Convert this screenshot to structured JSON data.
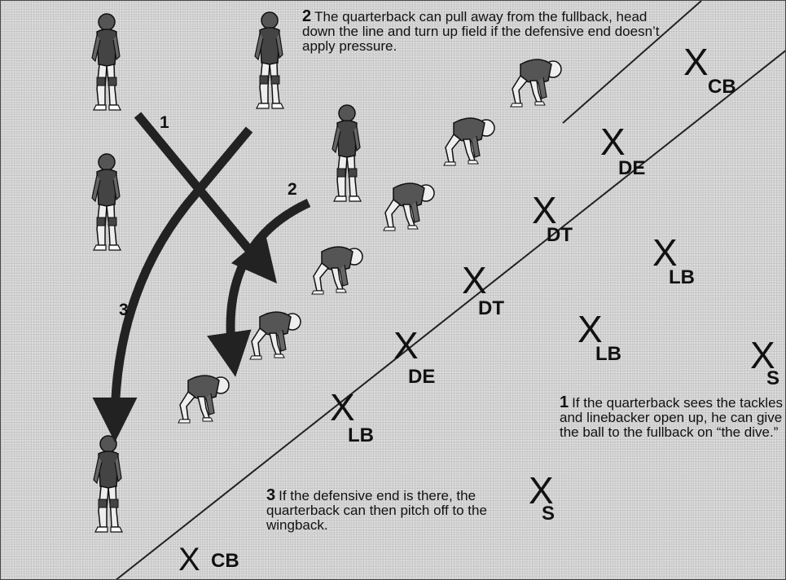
{
  "captions": {
    "step2": {
      "num": "2",
      "text": "The quarterback can pull away from the fullback, head down the line and turn up field if the defensive end doesn’t apply pressure."
    },
    "step1": {
      "num": "1",
      "text": "If the quarterback sees the tackles and linebacker open up, he can give the ball to the fullback on “the dive.”"
    },
    "step3": {
      "num": "3",
      "text": "If the defensive end is there, the quarterback can then pitch off to the wingback."
    }
  },
  "route_labels": [
    "1",
    "2",
    "3"
  ],
  "defenders": {
    "x_glyph": "X",
    "labels": [
      "CB",
      "DE",
      "DT",
      "LB",
      "DT",
      "LB",
      "S",
      "DE",
      "LB",
      "S",
      "CB"
    ]
  },
  "colors": {
    "ink": "#222222",
    "field": "#d6d6d6"
  }
}
